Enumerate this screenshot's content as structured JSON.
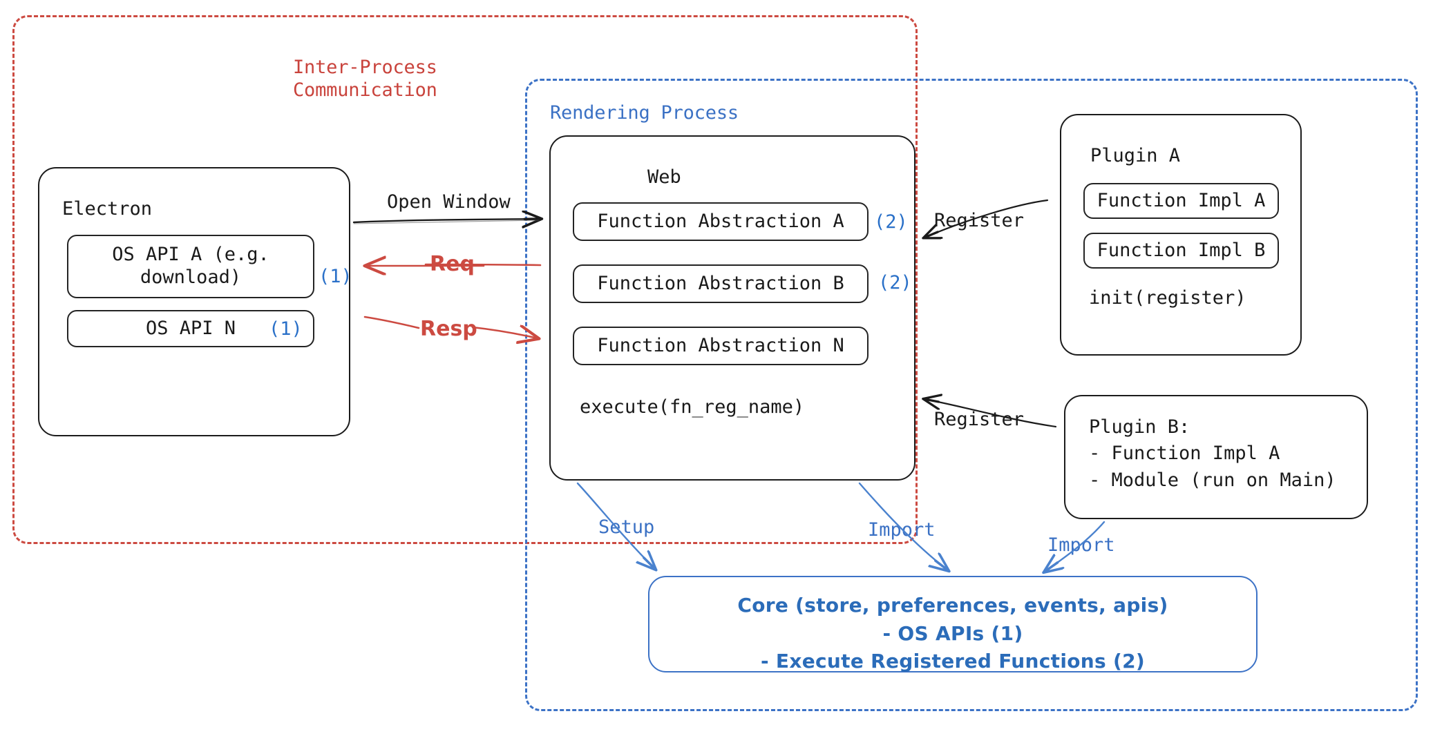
{
  "diagram": {
    "title": "Electron plugin architecture",
    "colors": {
      "red": "#cc4a41",
      "blue": "#3c72c6",
      "ink": "#1a1a1a"
    },
    "groups": {
      "ipc": {
        "label": "Inter-Process\nCommunication"
      },
      "rendering": {
        "label": "Rendering Process"
      }
    },
    "electron": {
      "title": "Electron",
      "apis": [
        {
          "text": "OS API A (e.g.\ndownload)",
          "marker": "(1)"
        },
        {
          "text": "OS API N",
          "marker": "(1)"
        }
      ]
    },
    "web": {
      "title": "Web",
      "functions": [
        {
          "text": "Function Abstraction A",
          "marker": "(2)"
        },
        {
          "text": "Function Abstraction B",
          "marker": "(2)"
        },
        {
          "text": "Function Abstraction N",
          "marker": ""
        }
      ],
      "footer": "execute(fn_reg_name)"
    },
    "plugin_a": {
      "title": "Plugin A",
      "items": [
        {
          "text": "Function Impl A"
        },
        {
          "text": "Function Impl B"
        }
      ],
      "footer": "init(register)"
    },
    "plugin_b": {
      "text": "Plugin B:\n- Function Impl A\n- Module (run on Main)"
    },
    "core": {
      "text": "Core (store, preferences, events, apis)\n- OS APIs (1)\n- Execute Registered Functions (2)"
    },
    "edges": {
      "open_window": "Open Window",
      "req": "Req",
      "resp": "Resp",
      "register_a": "Register",
      "register_b": "Register",
      "setup": "Setup",
      "import_web": "Import",
      "import_plugin_b": "Import"
    }
  }
}
